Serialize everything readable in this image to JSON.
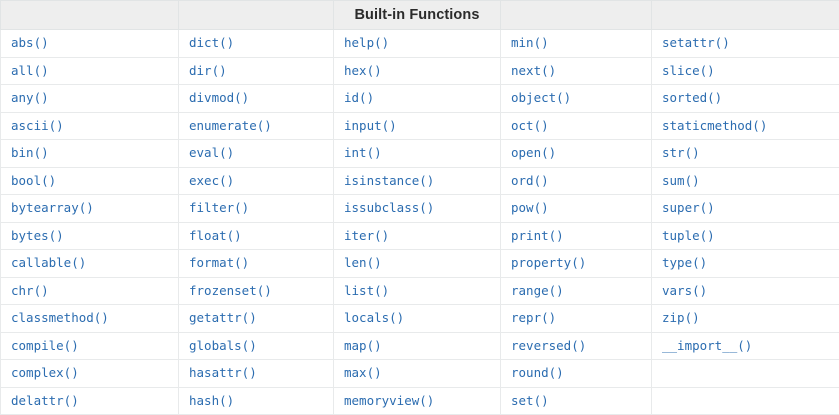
{
  "page": {
    "background_color": "#ffffff",
    "link_color": "#2b6cb0",
    "header_background": "#eeeeee",
    "border_color": "#e8eaeb",
    "header_text_color": "#2b2b2b"
  },
  "table": {
    "title": "Built-in Functions",
    "column_count": 5,
    "row_count": 14,
    "header_cells": [
      "",
      "",
      "Built-in Functions",
      "",
      ""
    ],
    "columns": [
      {
        "index": 0,
        "items": [
          "abs()",
          "all()",
          "any()",
          "ascii()",
          "bin()",
          "bool()",
          "bytearray()",
          "bytes()",
          "callable()",
          "chr()",
          "classmethod()",
          "compile()",
          "complex()",
          "delattr()"
        ]
      },
      {
        "index": 1,
        "items": [
          "dict()",
          "dir()",
          "divmod()",
          "enumerate()",
          "eval()",
          "exec()",
          "filter()",
          "float()",
          "format()",
          "frozenset()",
          "getattr()",
          "globals()",
          "hasattr()",
          "hash()"
        ]
      },
      {
        "index": 2,
        "items": [
          "help()",
          "hex()",
          "id()",
          "input()",
          "int()",
          "isinstance()",
          "issubclass()",
          "iter()",
          "len()",
          "list()",
          "locals()",
          "map()",
          "max()",
          "memoryview()"
        ]
      },
      {
        "index": 3,
        "items": [
          "min()",
          "next()",
          "object()",
          "oct()",
          "open()",
          "ord()",
          "pow()",
          "print()",
          "property()",
          "range()",
          "repr()",
          "reversed()",
          "round()",
          "set()"
        ]
      },
      {
        "index": 4,
        "items": [
          "setattr()",
          "slice()",
          "sorted()",
          "staticmethod()",
          "str()",
          "sum()",
          "super()",
          "tuple()",
          "type()",
          "vars()",
          "zip()",
          "__import__()",
          "",
          ""
        ]
      }
    ],
    "rows": [
      [
        "abs()",
        "dict()",
        "help()",
        "min()",
        "setattr()"
      ],
      [
        "all()",
        "dir()",
        "hex()",
        "next()",
        "slice()"
      ],
      [
        "any()",
        "divmod()",
        "id()",
        "object()",
        "sorted()"
      ],
      [
        "ascii()",
        "enumerate()",
        "input()",
        "oct()",
        "staticmethod()"
      ],
      [
        "bin()",
        "eval()",
        "int()",
        "open()",
        "str()"
      ],
      [
        "bool()",
        "exec()",
        "isinstance()",
        "ord()",
        "sum()"
      ],
      [
        "bytearray()",
        "filter()",
        "issubclass()",
        "pow()",
        "super()"
      ],
      [
        "bytes()",
        "float()",
        "iter()",
        "print()",
        "tuple()"
      ],
      [
        "callable()",
        "format()",
        "len()",
        "property()",
        "type()"
      ],
      [
        "chr()",
        "frozenset()",
        "list()",
        "range()",
        "vars()"
      ],
      [
        "classmethod()",
        "getattr()",
        "locals()",
        "repr()",
        "zip()"
      ],
      [
        "compile()",
        "globals()",
        "map()",
        "reversed()",
        "__import__()"
      ],
      [
        "complex()",
        "hasattr()",
        "max()",
        "round()",
        ""
      ],
      [
        "delattr()",
        "hash()",
        "memoryview()",
        "set()",
        ""
      ]
    ]
  }
}
